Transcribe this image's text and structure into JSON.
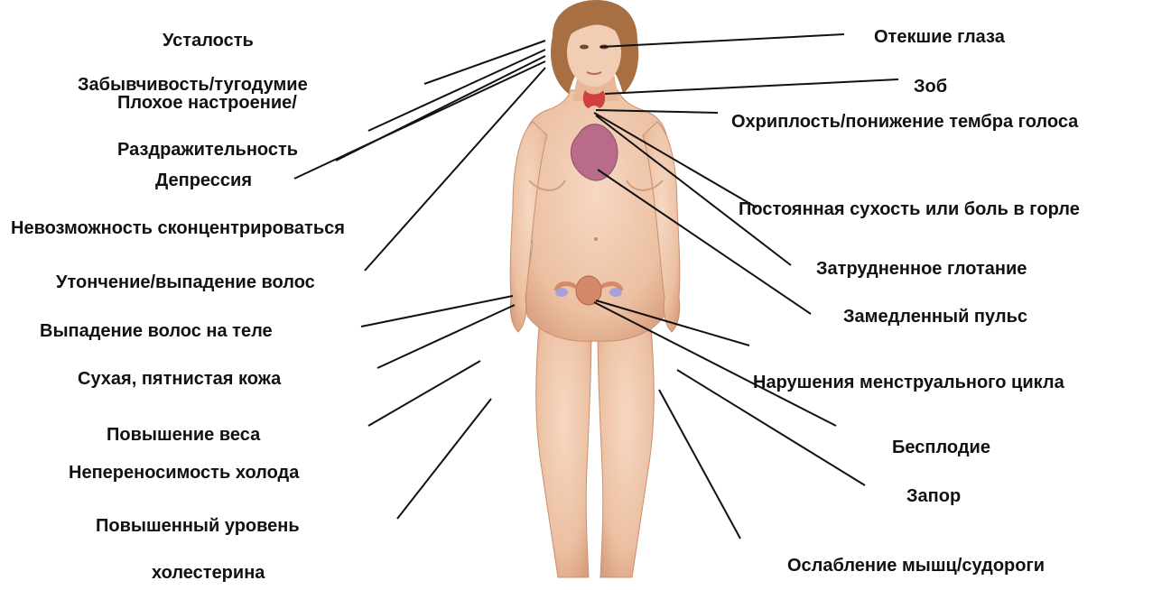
{
  "left_labels": [
    "Усталость",
    "Забывчивость/тугодумие",
    "Плохое настроение/",
    "Раздражительность",
    "Депрессия",
    "Невозможность сконцентрироваться",
    "Утончение/выпадение волос",
    "Выпадение волос на теле",
    "Сухая, пятнистая кожа",
    "Повышение веса",
    "Непереносимость холода",
    "Повышенный уровень",
    "холестерина"
  ],
  "right_labels": [
    "Отекшие глаза",
    "Зоб",
    "Охриплость/понижение тембра голоса",
    "Постоянная сухость или боль в горле",
    "Затрудненное глотание",
    "Замедленный пульс",
    "Нарушения менструального цикла",
    "Бесплодие",
    "Запор",
    "Ослабление мышц/судороги"
  ],
  "colors": {
    "skin": "#eec3a6",
    "skin_shadow": "#d99e7e",
    "hair": "#a86f43",
    "thyroid": "#d0403c",
    "heart": "#b86c8a",
    "uterus": "#d48a6a",
    "line": "#111111"
  }
}
